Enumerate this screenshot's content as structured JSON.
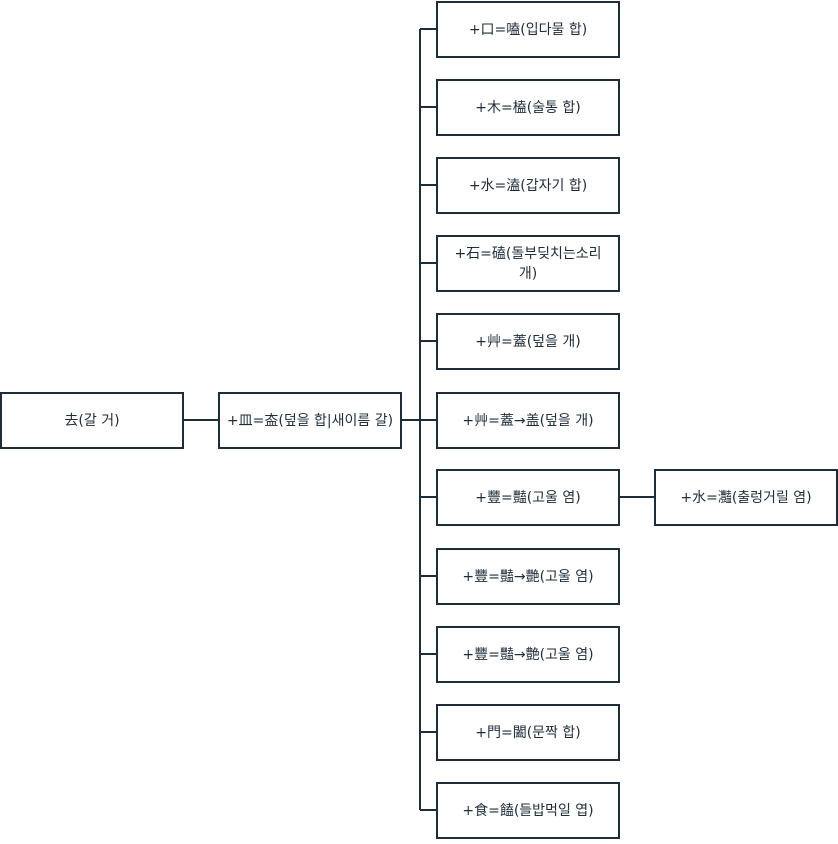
{
  "root": {
    "label": "去(갈 거)"
  },
  "middle": {
    "label": "+皿=盇(덮을 합|새이름 갈)"
  },
  "children": [
    {
      "label": "+口=嗑(입다물 합)"
    },
    {
      "label": "+木=榼(술통 합)"
    },
    {
      "label": "+水=溘(갑자기 합)"
    },
    {
      "label": "+石=磕(돌부딪치는소리 개)"
    },
    {
      "label": "+艸=蓋(덮을 개)"
    },
    {
      "label": "+艸=蓋→盖(덮을 개)"
    },
    {
      "label": "+豐=豔(고울 염)"
    },
    {
      "label": "+豐=豔→艷(고울 염)"
    },
    {
      "label": "+豐=豔→艶(고울 염)"
    },
    {
      "label": "+門=闔(문짝 합)"
    },
    {
      "label": "+食=饁(들밥먹일 엽)"
    }
  ],
  "grandchild": {
    "label": "+水=灩(출렁거릴 염)"
  },
  "colors": {
    "line": "#1f2d3a",
    "box_fill": "#ffffff",
    "text": "#1f2d3a"
  }
}
